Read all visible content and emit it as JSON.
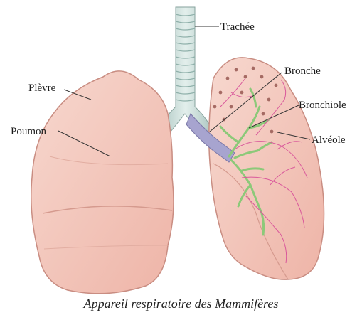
{
  "labels": {
    "trachee": "Trachée",
    "plevre": "Plèvre",
    "poumon": "Poumon",
    "bronche": "Bronche",
    "bronchiole": "Bronchiole",
    "alveole": "Alvéole"
  },
  "caption": "Appareil respiratoire des Mammifères",
  "colors": {
    "lung_fill": "#f3c7bd",
    "lung_outline": "#c98d82",
    "trachea": "#c9dcd8",
    "bronchus": "#a7a4cf",
    "bronchioles": "#9fd08a",
    "vessels": "#d9589b"
  }
}
